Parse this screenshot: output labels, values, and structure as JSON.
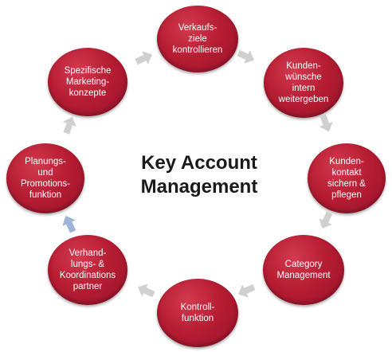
{
  "title": "Key Account\nManagement",
  "nodes": [
    {
      "id": "verkaufsziele",
      "label": "Verkaufs-\nziele\nkontrollieren"
    },
    {
      "id": "kundenwuensche",
      "label": "Kunden-\nwünsche\nintern\nweitergeben"
    },
    {
      "id": "kundenkontakt",
      "label": "Kunden-\nkontakt\nsichern &\npflegen"
    },
    {
      "id": "category",
      "label": "Category\nManagement"
    },
    {
      "id": "kontrollfunktion",
      "label": "Kontroll-\nfunktion"
    },
    {
      "id": "verhandlungspartner",
      "label": "Verhand-\nlungs- &\nKoordinations\npartner"
    },
    {
      "id": "planung",
      "label": "Planungs-\nund\nPromotions-\nfunktion"
    },
    {
      "id": "marketingkonzepte",
      "label": "Spezifische\nMarketing-\nkonzepte"
    }
  ],
  "colors": {
    "node": "#b71d33",
    "arrow": "#d0d0d0",
    "arrow_accent": "#9fb4d6",
    "title": "#1a1a1a"
  },
  "arrow_icon": "block-arrow-icon"
}
